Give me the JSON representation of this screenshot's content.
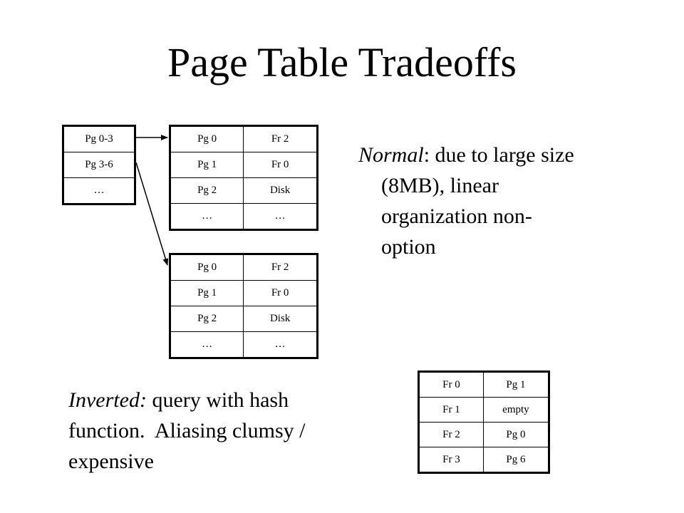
{
  "title": "Page Table Tradeoffs",
  "directory": [
    "Pg 0-3",
    "Pg 3-6",
    "…"
  ],
  "page_table_top": [
    [
      "Pg 0",
      "Fr 2"
    ],
    [
      "Pg 1",
      "Fr 0"
    ],
    [
      "Pg 2",
      "Disk"
    ],
    [
      "…",
      "…"
    ]
  ],
  "page_table_bottom": [
    [
      "Pg 0",
      "Fr 2"
    ],
    [
      "Pg 1",
      "Fr 0"
    ],
    [
      "Pg 2",
      "Disk"
    ],
    [
      "…",
      "…"
    ]
  ],
  "inverted_table": [
    [
      "Fr 0",
      "Pg 1"
    ],
    [
      "Fr 1",
      "empty"
    ],
    [
      "Fr 2",
      "Pg 0"
    ],
    [
      "Fr 3",
      "Pg 6"
    ]
  ],
  "normal": {
    "term": "Normal",
    "line1": ": due to large size",
    "line2": "(8MB), linear",
    "line3": "organization non-",
    "line4": "option"
  },
  "inverted": {
    "term": "Inverted:",
    "line1": " query with hash",
    "line2": "function.  Aliasing clumsy /",
    "line3": "expensive"
  }
}
